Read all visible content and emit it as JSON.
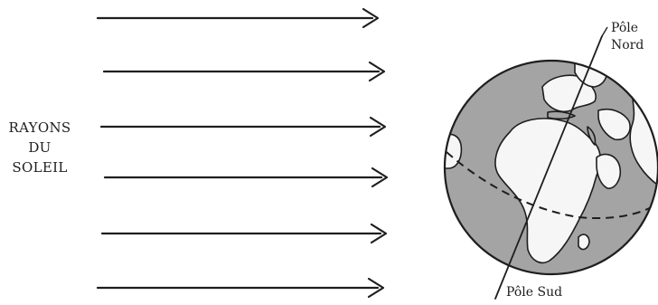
{
  "diagram": {
    "rays_label": [
      "RAYONS",
      "DU",
      "SOLEIL"
    ],
    "north_pole_label": [
      "Pôle",
      "Nord"
    ],
    "south_pole_label": "Pôle Sud"
  },
  "colors": {
    "globe_ocean": "#a4a4a4",
    "continent": "#f6f6f6",
    "line": "#1e1e1e"
  }
}
